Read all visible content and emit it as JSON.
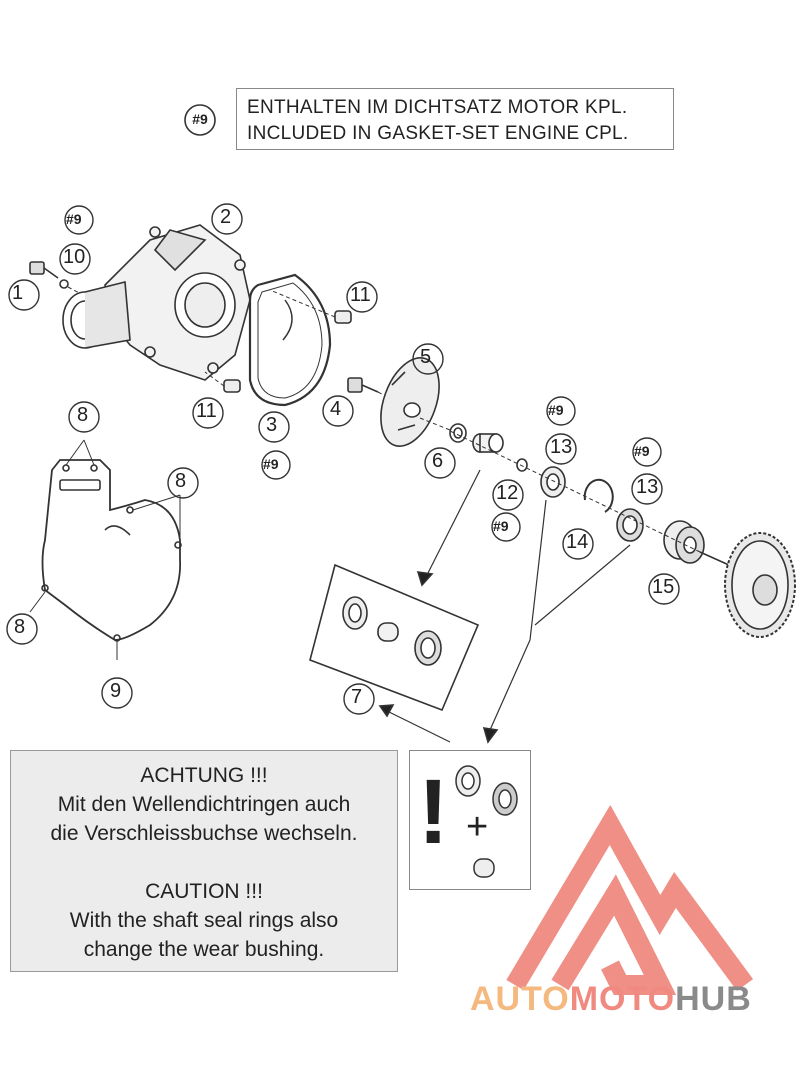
{
  "note": {
    "badge": "#9",
    "line1": "ENTHALTEN IM DICHTSATZ MOTOR KPL.",
    "line2": "INCLUDED IN GASKET-SET ENGINE CPL."
  },
  "callouts": {
    "c1": "1",
    "c2": "2",
    "c3": "3",
    "c4": "4",
    "c5": "5",
    "c6": "6",
    "c7": "7",
    "c8a": "8",
    "c8b": "8",
    "c8c": "8",
    "c9": "9",
    "c10": "10",
    "c11a": "11",
    "c11b": "11",
    "c12": "12",
    "c13a": "13",
    "c13b": "13",
    "c14": "14",
    "c15": "15",
    "h9a": "#9",
    "h9b": "#9",
    "h9c": "#9",
    "h9d": "#9",
    "h9e": "#9"
  },
  "warning": {
    "de_title": "ACHTUNG !!!",
    "de_line1": "Mit den Wellendichtringen auch",
    "de_line2": "die Verschleissbuchse wechseln.",
    "en_title": "CAUTION !!!",
    "en_line1": "With the shaft seal rings also",
    "en_line2": "change the wear bushing."
  },
  "icon_box": {
    "exclaim": "!",
    "plus": "+"
  },
  "logo": {
    "part1": "AUTO",
    "part2": "MOTO",
    "part3": "HUB",
    "color1": "#f5b97f",
    "color2": "#f08a80",
    "color3": "#8a8a8a",
    "mark_color": "#ef8f86"
  }
}
